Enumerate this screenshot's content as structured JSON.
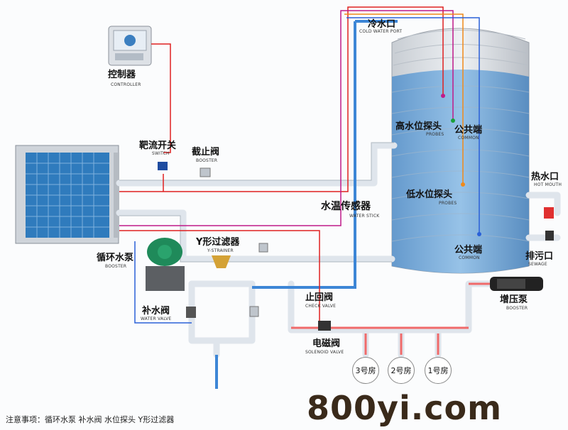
{
  "labels": {
    "controller_cn": "控制器",
    "controller_en": "CONTROLLER",
    "cold_water_port_cn": "冷水口",
    "cold_water_port_en": "COLD WATER PORT",
    "switch_cn": "靶流开关",
    "switch_en": "SWITCH",
    "stop_valve_cn": "截止阀",
    "stop_valve_en": "BOOSTER",
    "high_probe_cn": "高水位探头",
    "high_probe_en": "PROBES",
    "common_top_cn": "公共端",
    "common_top_en": "COMMON",
    "low_probe_cn": "低水位探头",
    "low_probe_en": "PROBES",
    "hot_water_port_cn": "热水口",
    "hot_water_port_en": "HOT MOUTH",
    "water_temp_sensor_cn": "水温传感器",
    "water_temp_sensor_en": "WATER STICK",
    "y_filter_cn": "Y形过滤器",
    "y_filter_en": "Y-STRAINER",
    "common_bottom_cn": "公共端",
    "common_bottom_en": "COMMON",
    "drain_cn": "排污口",
    "drain_en": "SEWAGE",
    "circ_pump_cn": "循环水泵",
    "circ_pump_en": "BOOSTER",
    "check_valve_cn": "止回阀",
    "check_valve_en": "CHECK VALVE",
    "booster_pump_cn": "增压泵",
    "booster_pump_en": "BOOSTER",
    "makeup_valve_cn": "补水阀",
    "makeup_valve_en": "WATER VALVE",
    "solenoid_valve_cn": "电磁阀",
    "solenoid_valve_en": "SOLENOID VALVE"
  },
  "rooms": [
    "3号房",
    "2号房",
    "1号房"
  ],
  "note": "注意事项：循环水泵 补水阀 水位探头 Y形过滤器",
  "watermark": "800yi.com",
  "colors": {
    "pipe": "#dfe6ee",
    "wire_red": "#e02020",
    "wire_blue": "#2a60d8",
    "wire_green": "#1aa03a",
    "wire_orange": "#f08a1a",
    "wire_magenta": "#c01a8a",
    "tank_water": "#6aa4d8"
  }
}
